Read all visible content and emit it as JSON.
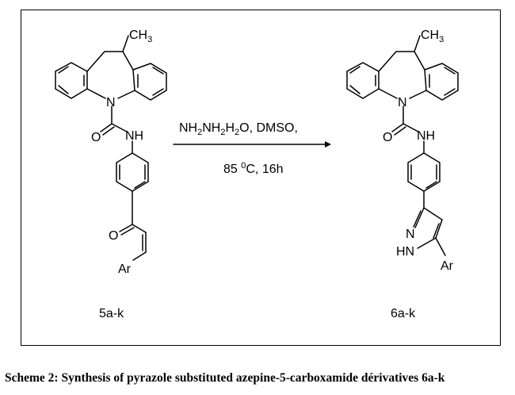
{
  "reactant": {
    "atoms": {
      "methyl": "CH",
      "methyl_sub": "3",
      "n": "N",
      "o": "O",
      "nh": "NH",
      "carbonyl_o": "O",
      "ar": "Ar"
    },
    "label": "5a-k"
  },
  "product": {
    "atoms": {
      "methyl": "CH",
      "methyl_sub": "3",
      "n": "N",
      "o": "O",
      "nh": "NH",
      "pyrazole_n": "N",
      "pyrazole_hn": "HN",
      "ar": "Ar"
    },
    "label": "6a-k"
  },
  "conditions": {
    "reagent_parts": [
      "NH",
      "2",
      "NH",
      "2",
      "H",
      "2",
      "O, DMSO,"
    ],
    "temp_value": "85 ",
    "temp_sup": "0",
    "temp_rest": "C, 16h"
  },
  "caption": "Scheme 2: Synthesis of pyrazole substituted azepine-5-carboxamide dérivatives 6a-k"
}
